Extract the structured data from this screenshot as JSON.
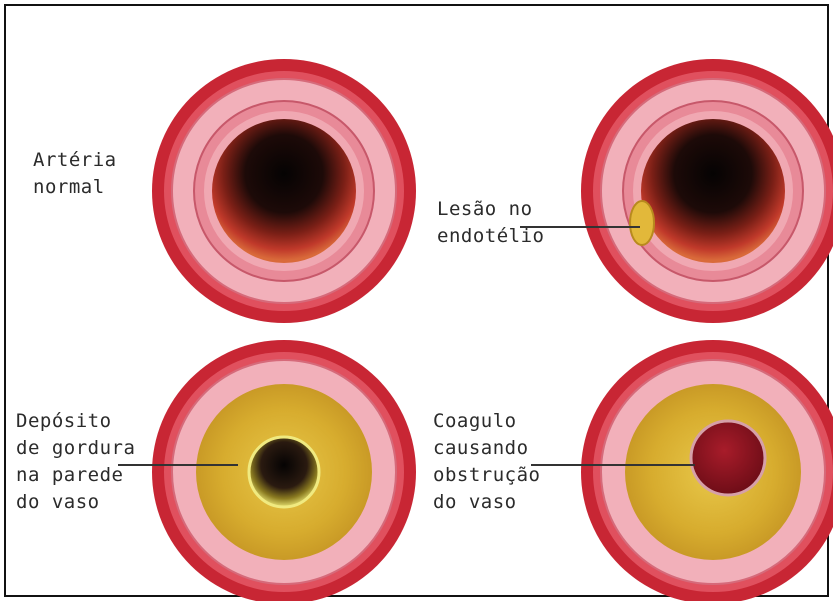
{
  "labels": {
    "normal_artery": [
      "Artéria",
      "normal"
    ],
    "endothelium_lesion": [
      "Lesão no",
      "endotélio"
    ],
    "fat_deposit": [
      "Depósito",
      "de gordura",
      "na parede",
      "do vaso"
    ],
    "clot_obstruction": [
      "Coagulo",
      "causando",
      "obstrução",
      "do vaso"
    ]
  },
  "colors": {
    "outer_wall": "#d8333f",
    "outer_wall_dark": "#b0202c",
    "media_layer": "#f0a7b1",
    "inner_ring": "#e77c8c",
    "lumen_dark": "#1a0a0a",
    "lumen_red": "#a8221e",
    "fat": "#d9b236",
    "clot": "#8e1420"
  }
}
